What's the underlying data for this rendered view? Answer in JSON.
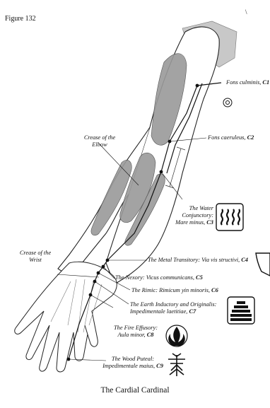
{
  "figure_label": "Figure 132",
  "corner_mark": "\\",
  "caption": "The Cardial Cardinal",
  "crease_elbow": "Crease of the Elbow",
  "crease_wrist": "Crease of the Wrist",
  "points": [
    {
      "name": "Fons culminis,",
      "code": "C1"
    },
    {
      "name": "Fons caeruleus,",
      "code": "C2"
    },
    {
      "name": "The Water Conjunctory: Mare minus,",
      "code": "C3"
    },
    {
      "name": "The Metal Transitory: Via vis structivi,",
      "code": "C4"
    },
    {
      "name": "The Nexory: Vicus communicans,",
      "code": "C5"
    },
    {
      "name": "The Rimic: Rimicum yin minoris,",
      "code": "C6"
    },
    {
      "name": "The Earth Inductory and Originalis: Impedimentale laetitiae,",
      "code": "C7"
    },
    {
      "name": "The Fire Effusory: Aula minor,",
      "code": "C8"
    },
    {
      "name": "The Wood Puteal: Impedimentale maius,",
      "code": "C9"
    }
  ],
  "labels": {
    "c1_name": "Fons culminis,",
    "c1_code": "C1",
    "c2_name": "Fons caeruleus,",
    "c2_code": "C2",
    "c3_line1": "The Water",
    "c3_line2": "Conjunctory:",
    "c3_line3": "Mare minus,",
    "c3_code": "C3",
    "c4_name": "The Metal Transitory: Via vis structivi,",
    "c4_code": "C4",
    "c5_name": "The Nexory: Vicus communicans,",
    "c5_code": "C5",
    "c6_name": "The Rimic: Rimicum yin minoris,",
    "c6_code": "C6",
    "c7_line1": "The Earth Inductory and Originalis:",
    "c7_line2": "Impedimentale laetitiae,",
    "c7_code": "C7",
    "c8_line1": "The Fire Effusory:",
    "c8_line2": "Aula minor,",
    "c8_code": "C8",
    "c9_line1": "The Wood Puteal:",
    "c9_line2": "Impedimentale maius,",
    "c9_code": "C9",
    "elbow_line1": "Crease of the",
    "elbow_line2": "Elbow",
    "wrist_line1": "Crease of the",
    "wrist_line2": "Wrist"
  },
  "icons": [
    "spiral-symbol",
    "water-symbol",
    "metal-symbol",
    "earth-symbol",
    "fire-symbol",
    "wood-symbol"
  ]
}
